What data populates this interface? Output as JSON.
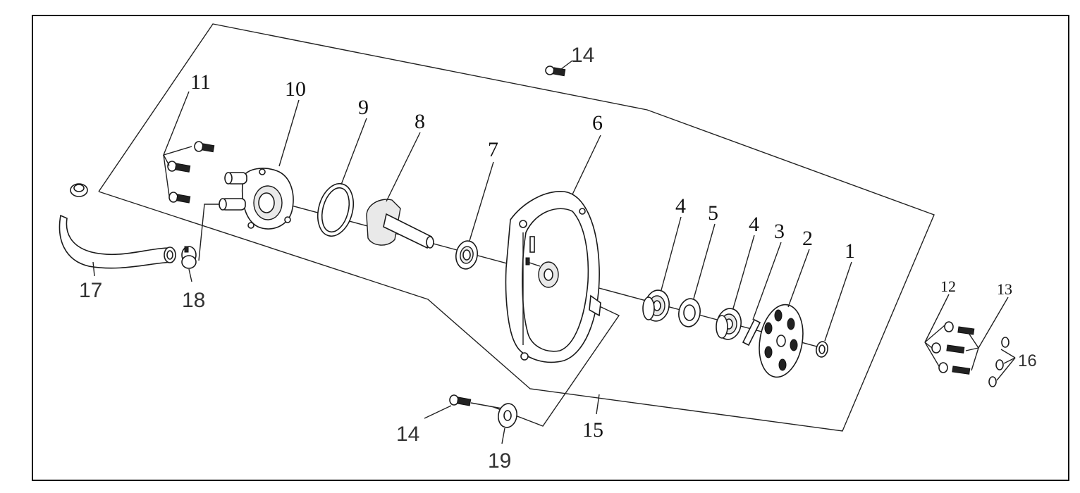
{
  "labels": {
    "p1": "1",
    "p2": "2",
    "p3": "3",
    "p4a": "4",
    "p4b": "4",
    "p5": "5",
    "p6": "6",
    "p7": "7",
    "p8": "8",
    "p9": "9",
    "p10": "10",
    "p11": "11",
    "p12": "12",
    "p13": "13",
    "p14a": "14",
    "p14b": "14",
    "p15": "15",
    "p16": "16",
    "p17": "17",
    "p18": "18",
    "p19": "19"
  }
}
